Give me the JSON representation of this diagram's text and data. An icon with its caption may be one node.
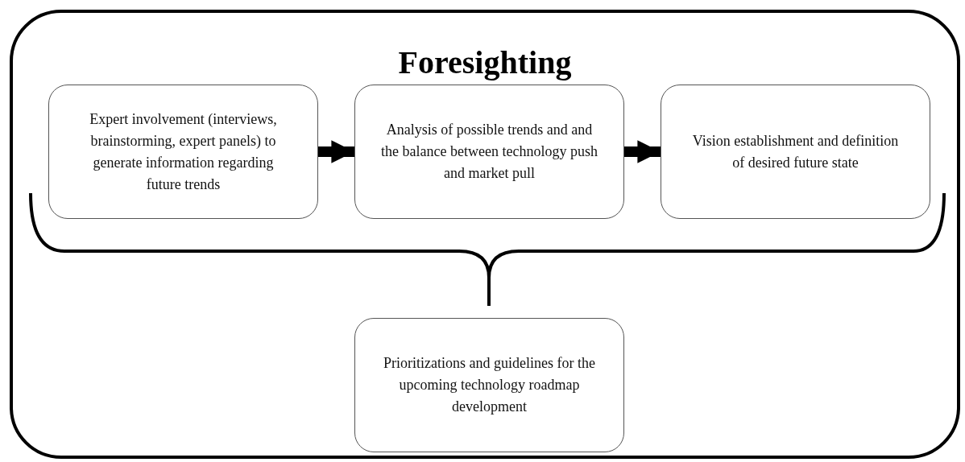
{
  "diagram": {
    "nodes": [
      {
        "text": [
          "Foresighting"
        ]
      },
      {
        "text": [
          "Expert involvement (interviews, brainstorming, expert panels) to generate information regarding future trends"
        ],
        "in": 0
      },
      {
        "text": [
          "Analysis of possible trends and and the balance between technology push and market pull"
        ],
        "in": 0
      },
      {
        "text": [
          "Vision establishment and definition of desired future state"
        ],
        "in": 0
      },
      {
        "text": [
          "Prioritizations and guidelines for the upcoming technology roadmap development"
        ],
        "in": 0
      }
    ],
    "edges": [
      {
        "from": 1,
        "to": 2,
        "arrow": "to"
      },
      {
        "from": 2,
        "to": 3,
        "arrow": "to"
      }
    ]
  }
}
